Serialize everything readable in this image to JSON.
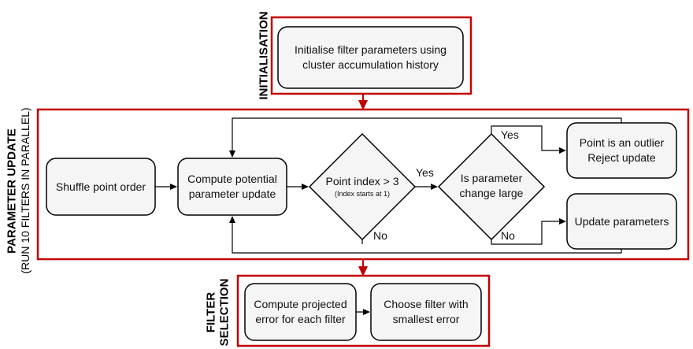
{
  "stages": {
    "initialisation": {
      "title": "INITIALISATION"
    },
    "parameter_update": {
      "title": "PARAMETER UPDATE",
      "subtitle": "(RUN 10 FILTERS IN PARALLEL)"
    },
    "filter_selection": {
      "title_line1": "FILTER",
      "title_line2": "SELECTION"
    }
  },
  "nodes": {
    "init": {
      "line1": "Initialise filter parameters using",
      "line2": "cluster accumulation history"
    },
    "shuffle": {
      "text": "Shuffle point order"
    },
    "compute_update": {
      "line1": "Compute potential",
      "line2": "parameter update"
    },
    "decision_index": {
      "line1": "Point index > 3",
      "note": "(Index starts at 1)"
    },
    "decision_large": {
      "line1": "Is parameter",
      "line2": "change large"
    },
    "outlier": {
      "line1": "Point is an outlier",
      "line2": "Reject update"
    },
    "update_params": {
      "text": "Update parameters"
    },
    "projected_error": {
      "line1": "Compute projected",
      "line2": "error for each filter"
    },
    "choose_filter": {
      "line1": "Choose filter with",
      "line2": "smallest error"
    }
  },
  "edges": {
    "index_yes": "Yes",
    "index_no": "No",
    "large_yes": "Yes",
    "large_no": "No"
  },
  "colors": {
    "stage_border": "#c00000",
    "node_fill": "#f5f5f5",
    "node_border": "#000000"
  }
}
